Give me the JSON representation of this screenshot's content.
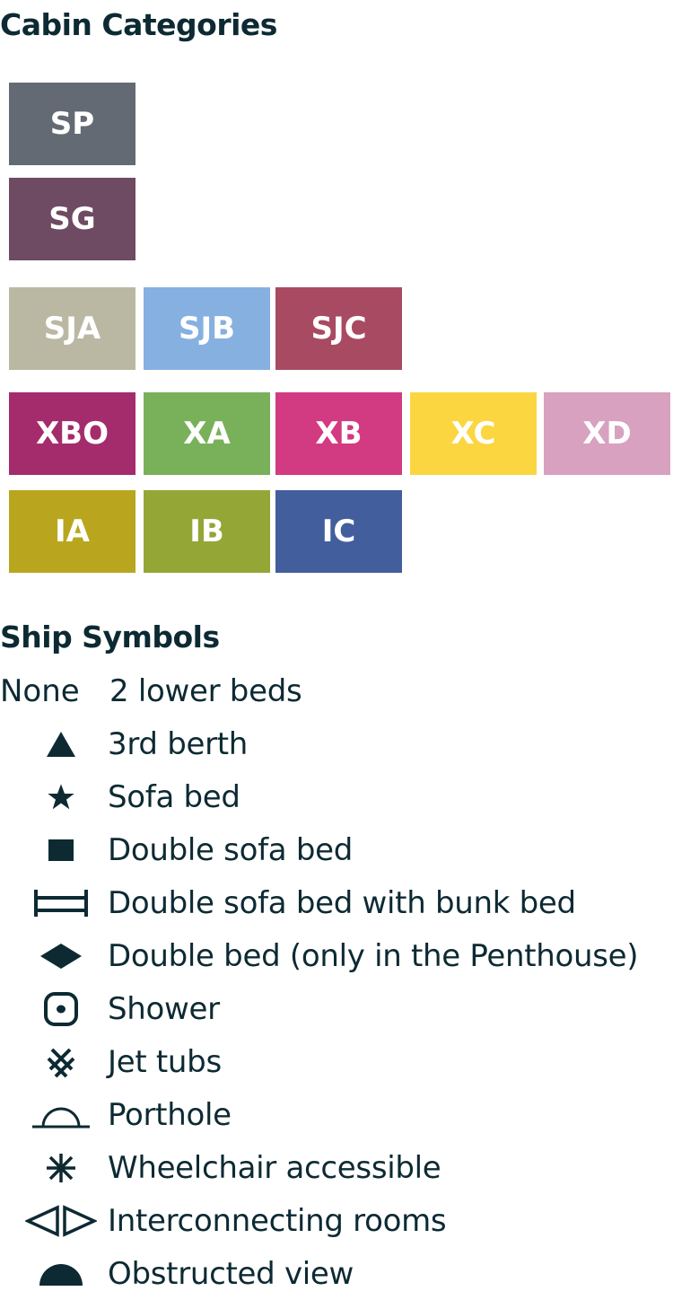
{
  "cabin_title": "Cabin Categories",
  "tiles": [
    {
      "label": "SP",
      "color": "#646a73"
    },
    {
      "label": "SG",
      "color": "#6e4a63"
    },
    {
      "label": "SJA",
      "color": "#bab8a3"
    },
    {
      "label": "SJB",
      "color": "#86b0e0"
    },
    {
      "label": "SJC",
      "color": "#a84b62"
    },
    {
      "label": "XBO",
      "color": "#a42c6c"
    },
    {
      "label": "XA",
      "color": "#79b05a"
    },
    {
      "label": "XB",
      "color": "#d23a82"
    },
    {
      "label": "XC",
      "color": "#fbd640"
    },
    {
      "label": "XD",
      "color": "#d7a1bf"
    },
    {
      "label": "IA",
      "color": "#b9a61e"
    },
    {
      "label": "IB",
      "color": "#94a635"
    },
    {
      "label": "IC",
      "color": "#425e9d"
    }
  ],
  "symbols_title": "Ship Symbols",
  "symbols": [
    {
      "icon": "none",
      "key": "None",
      "label": "2 lower beds"
    },
    {
      "icon": "triangle",
      "label": "3rd berth"
    },
    {
      "icon": "star",
      "label": "Sofa bed"
    },
    {
      "icon": "square",
      "label": "Double sofa bed"
    },
    {
      "icon": "bunk",
      "label": "Double sofa bed with bunk bed"
    },
    {
      "icon": "diamond",
      "label": "Double bed (only in the Penthouse)"
    },
    {
      "icon": "shower",
      "label": "Shower"
    },
    {
      "icon": "jet",
      "label": "Jet tubs"
    },
    {
      "icon": "porthole",
      "label": "Porthole"
    },
    {
      "icon": "asterisk",
      "label": "Wheelchair accessible"
    },
    {
      "icon": "interconnect",
      "label": "Interconnecting rooms"
    },
    {
      "icon": "obstructed",
      "label": "Obstructed view"
    }
  ]
}
